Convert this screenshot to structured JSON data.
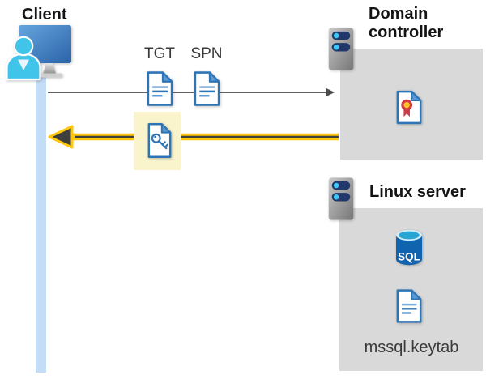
{
  "client": {
    "label": "Client"
  },
  "tickets": {
    "tgt": "TGT",
    "spn": "SPN"
  },
  "domain_controller": {
    "label": "Domain controller"
  },
  "linux_server": {
    "label": "Linux server",
    "sql_badge": "SQL",
    "keytab_file": "mssql.keytab"
  },
  "flows": {
    "request": {
      "from": "Client",
      "to": "Domain controller",
      "carries": [
        "TGT",
        "SPN"
      ]
    },
    "response": {
      "from": "Domain controller",
      "to": "Client",
      "carries": "key document",
      "highlighted": true
    }
  },
  "colors": {
    "panel_gray": "#D9D9D9",
    "doc_blue": "#2E75B6",
    "doc_fold_blue": "#5B9BD5",
    "highlight_yellow": "#FFC60A",
    "highlight_box": "#FAF4CD",
    "client_cyan": "#41C4E9",
    "monitor_blue": "#3B76BC",
    "server_slot_navy": "#20386B",
    "server_dot_cyan": "#3FC8F5",
    "sql_body_blue": "#1063AE",
    "sql_top_cyan": "#2AA5D3",
    "cert_red": "#CE3B43",
    "cert_gold": "#FFC425",
    "arrow_gray": "#4D4D4D",
    "client_bar_blue": "#C5DCF6"
  }
}
